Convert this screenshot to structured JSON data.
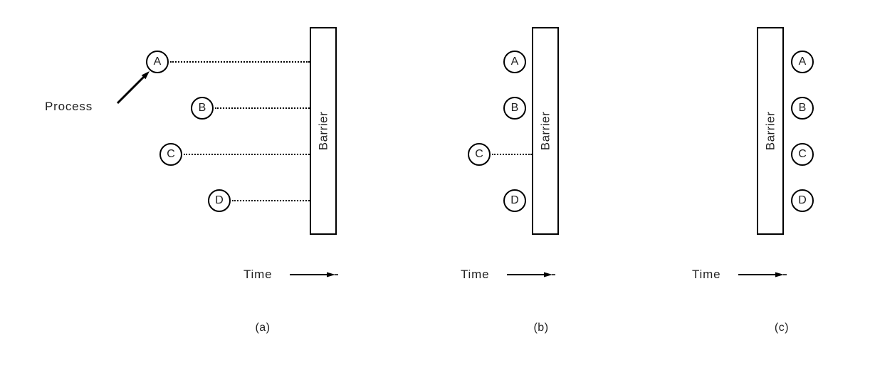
{
  "figure": {
    "pointer_label": "Process",
    "barrier_label": "Barrier",
    "time_label": "Time",
    "panels": [
      {
        "caption": "(a)",
        "processes": [
          "A",
          "B",
          "C",
          "D"
        ]
      },
      {
        "caption": "(b)",
        "processes": [
          "A",
          "B",
          "C",
          "D"
        ]
      },
      {
        "caption": "(c)",
        "processes": [
          "A",
          "B",
          "C",
          "D"
        ]
      }
    ]
  }
}
